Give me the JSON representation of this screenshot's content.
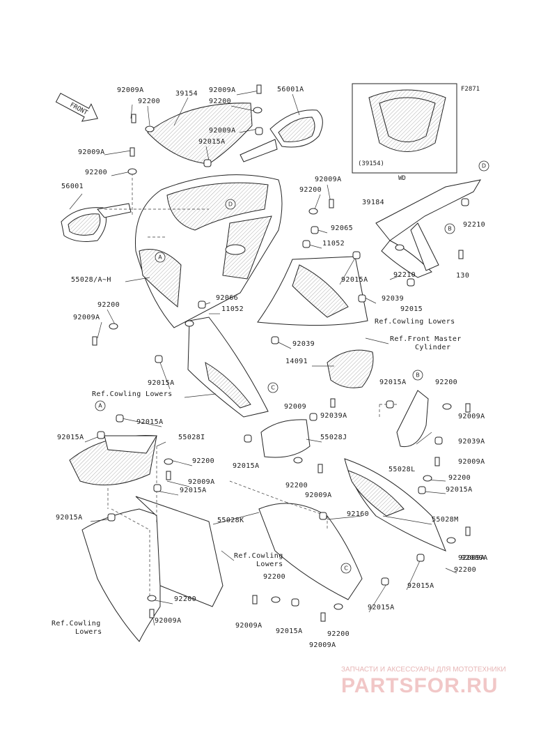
{
  "figure_code": "F2871",
  "front_arrow": "FRONT",
  "inset": {
    "part": "(39154)",
    "caption": "WD"
  },
  "labels": [
    {
      "id": "t1",
      "text": "92009A"
    },
    {
      "id": "t2",
      "text": "39154"
    },
    {
      "id": "t3",
      "text": "92009A"
    },
    {
      "id": "t4",
      "text": "56001A"
    },
    {
      "id": "t5",
      "text": "92200"
    },
    {
      "id": "t6",
      "text": "92200"
    },
    {
      "id": "t7",
      "text": "92009A"
    },
    {
      "id": "t8",
      "text": "92015A"
    },
    {
      "id": "t9",
      "text": "92009A"
    },
    {
      "id": "t10",
      "text": "92200"
    },
    {
      "id": "t11",
      "text": "56001"
    },
    {
      "id": "t12",
      "text": "92009A"
    },
    {
      "id": "t13",
      "text": "92200"
    },
    {
      "id": "t14",
      "text": "39184"
    },
    {
      "id": "t15",
      "text": "92065"
    },
    {
      "id": "t16",
      "text": "11052"
    },
    {
      "id": "t17",
      "text": "92210"
    },
    {
      "id": "t18",
      "text": "55028/A~H"
    },
    {
      "id": "t19",
      "text": "92015A"
    },
    {
      "id": "t20",
      "text": "92210"
    },
    {
      "id": "t21",
      "text": "130"
    },
    {
      "id": "t22",
      "text": "92066"
    },
    {
      "id": "t23",
      "text": "92039"
    },
    {
      "id": "t24",
      "text": "92200"
    },
    {
      "id": "t25",
      "text": "11052"
    },
    {
      "id": "t26",
      "text": "92015"
    },
    {
      "id": "t27",
      "text": "92009A"
    },
    {
      "id": "t28",
      "text": "Ref.Cowling Lowers"
    },
    {
      "id": "t29",
      "text": "92039"
    },
    {
      "id": "t30",
      "text": "Ref.Front Master"
    },
    {
      "id": "t31",
      "text": "Cylinder"
    },
    {
      "id": "t32",
      "text": "14091"
    },
    {
      "id": "t33",
      "text": "92015A"
    },
    {
      "id": "t34",
      "text": "Ref.Cowling Lowers"
    },
    {
      "id": "t35",
      "text": "92015A"
    },
    {
      "id": "t36",
      "text": "92200"
    },
    {
      "id": "t37",
      "text": "92009"
    },
    {
      "id": "t38",
      "text": "92039A"
    },
    {
      "id": "t39",
      "text": "92015A"
    },
    {
      "id": "t40",
      "text": "92009A"
    },
    {
      "id": "t41",
      "text": "92015A"
    },
    {
      "id": "t42",
      "text": "55028I"
    },
    {
      "id": "t43",
      "text": "55028J"
    },
    {
      "id": "t44",
      "text": "92039A"
    },
    {
      "id": "t45",
      "text": "92015A"
    },
    {
      "id": "t46",
      "text": "55028L"
    },
    {
      "id": "t47",
      "text": "92009A"
    },
    {
      "id": "t48",
      "text": "92200"
    },
    {
      "id": "t49",
      "text": "92200"
    },
    {
      "id": "t50",
      "text": "92009A"
    },
    {
      "id": "t51",
      "text": "92015A"
    },
    {
      "id": "t52",
      "text": "92200"
    },
    {
      "id": "t53",
      "text": "92015A"
    },
    {
      "id": "t54",
      "text": "92009A"
    },
    {
      "id": "t55",
      "text": "55028K"
    },
    {
      "id": "t56",
      "text": "92160"
    },
    {
      "id": "t57",
      "text": "55028M"
    },
    {
      "id": "t58",
      "text": "92015A"
    },
    {
      "id": "t59",
      "text": "Ref.Cowling"
    },
    {
      "id": "t60",
      "text": "Lowers"
    },
    {
      "id": "t61",
      "text": "92009A"
    },
    {
      "id": "t62",
      "text": "92200"
    },
    {
      "id": "t63",
      "text": "92200"
    },
    {
      "id": "t64",
      "text": "92200"
    },
    {
      "id": "t65",
      "text": "92015A"
    },
    {
      "id": "t66",
      "text": "92015A"
    },
    {
      "id": "t67",
      "text": "92009A"
    },
    {
      "id": "t68",
      "text": "Ref.Cowling"
    },
    {
      "id": "t69",
      "text": "Lowers"
    },
    {
      "id": "t70",
      "text": "92009A"
    },
    {
      "id": "t71",
      "text": "92009A"
    },
    {
      "id": "t72",
      "text": "92015A"
    },
    {
      "id": "t73",
      "text": "92200"
    },
    {
      "id": "t74",
      "text": "92009A"
    }
  ],
  "callouts": [
    "A",
    "A",
    "B",
    "B",
    "C",
    "C",
    "D",
    "D"
  ],
  "watermark": {
    "tagline": "ЗАПЧАСТИ И АКСЕССУАРЫ ДЛЯ МОТОТЕХНИКИ",
    "logo": "PARTSFOR.RU"
  }
}
